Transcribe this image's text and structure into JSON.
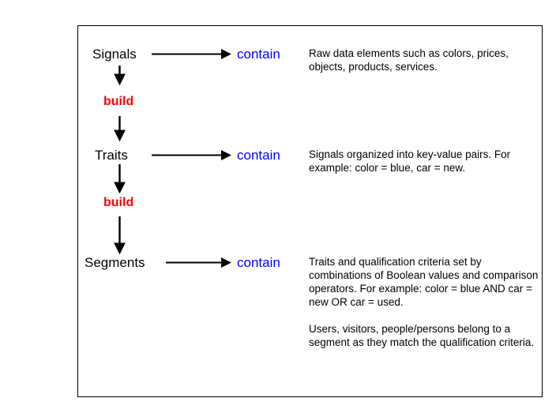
{
  "diagram": {
    "title_present": false,
    "colors": {
      "node_text": "#000000",
      "relation_text": "#0000ff",
      "edge_text": "#ff0000",
      "arrow": "#000000",
      "frame": "#000000",
      "background": "#ffffff"
    },
    "levels": [
      {
        "node": "Signals",
        "relation": "contain",
        "description": [
          "Raw data elements such as colors, prices, objects, products, services."
        ]
      },
      {
        "node": "Traits",
        "relation": "contain",
        "description": [
          "Signals organized into key-value pairs. For example: color = blue, car = new."
        ]
      },
      {
        "node": "Segments",
        "relation": "contain",
        "description": [
          "Traits and qualification criteria set by combinations of Boolean values and comparison operators. For example: color = blue AND car = new OR car = used.",
          "Users, visitors, people/persons belong to a segment as they match the qualification criteria."
        ]
      }
    ],
    "edges": [
      {
        "label": "build",
        "from": "Signals",
        "to": "Traits"
      },
      {
        "label": "build",
        "from": "Traits",
        "to": "Segments"
      }
    ]
  }
}
